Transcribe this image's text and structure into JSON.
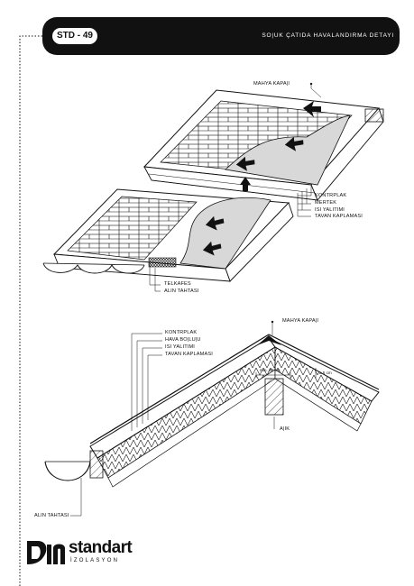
{
  "header": {
    "code": "STD - 49",
    "title": "SO|UK ÇATIDA HAVALANDIRMA DETAYI"
  },
  "top_detail": {
    "labels": {
      "ridge": "MAHYA KAPA|I",
      "plywood": "KONTRPLAK",
      "rafter": "MERTEK",
      "insulation": "ISI YALITIMI",
      "ceiling": "TAVAN KAPLAMASI",
      "mesh": "TELKAFES",
      "fascia": "ALIN TAHTASI"
    }
  },
  "section_detail": {
    "labels": {
      "ridge": "MAHYA KAPA|I",
      "plywood": "KONTRPLAK",
      "air_gap": "HAVA BO|LU|U",
      "insulation": "ISI YALITIMI",
      "ceiling": "TAVAN KAPLAMASI",
      "min_gap": "min. 20 cm",
      "gap_5": "≥ 5 cm",
      "beam": "A|IK",
      "fascia": "ALIN TAHTASI"
    }
  },
  "logo": {
    "brand": "standart",
    "tagline": "İZOLASYON"
  },
  "colors": {
    "ink": "#111111",
    "paper": "#ffffff",
    "grey": "#9a9a9a"
  }
}
